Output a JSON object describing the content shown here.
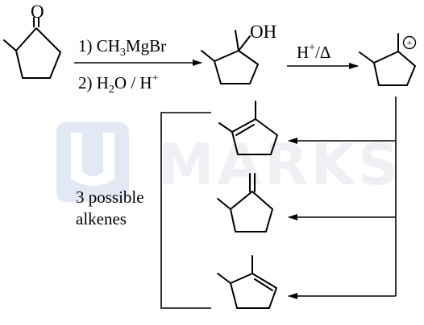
{
  "watermark": {
    "text": "MARKS",
    "color": "#eef0f4",
    "logo_color": "#dfe6f3"
  },
  "scheme": {
    "reactant_oxygen": "O",
    "step1": {
      "prefix": "1) CH",
      "subscript": "3",
      "suffix": "MgBr"
    },
    "step2": {
      "prefix": "2) H",
      "subscript": "2",
      "middle": "O / H",
      "superscript": "+"
    },
    "alcohol_group": "OH",
    "acid_heat": {
      "text": "H",
      "superscript": "+",
      "suffix": "/Δ"
    },
    "cation_charge": "+",
    "label_line1": "3 possible",
    "label_line2": "alkenes"
  }
}
